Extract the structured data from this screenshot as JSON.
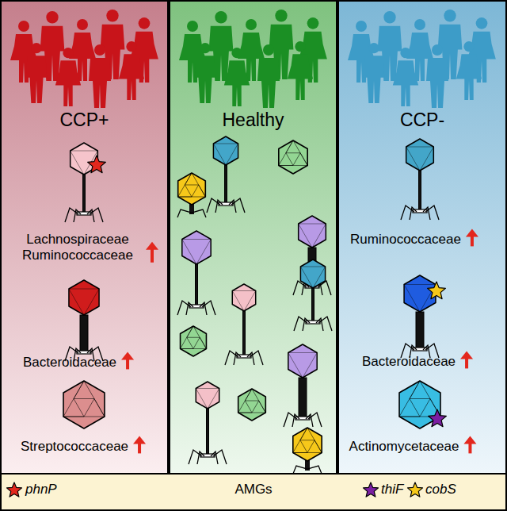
{
  "diagram": {
    "nodes": [
      {
        "text": [
          "CCP+"
        ]
      },
      {
        "text": [
          "Healthy"
        ]
      },
      {
        "text": [
          "CCP-"
        ]
      }
    ],
    "labels": [
      "Lachnospiraceae Ruminococcaceae",
      "Bacteroidaceae",
      "Streptococcaceae",
      "Ruminococcaceae",
      "Bacteroidaceae",
      "Actinomycetaceae",
      "AMGs"
    ],
    "legend": [
      {
        "text": "phnP"
      },
      {
        "text": "thiF"
      },
      {
        "text": "cobS"
      }
    ]
  }
}
